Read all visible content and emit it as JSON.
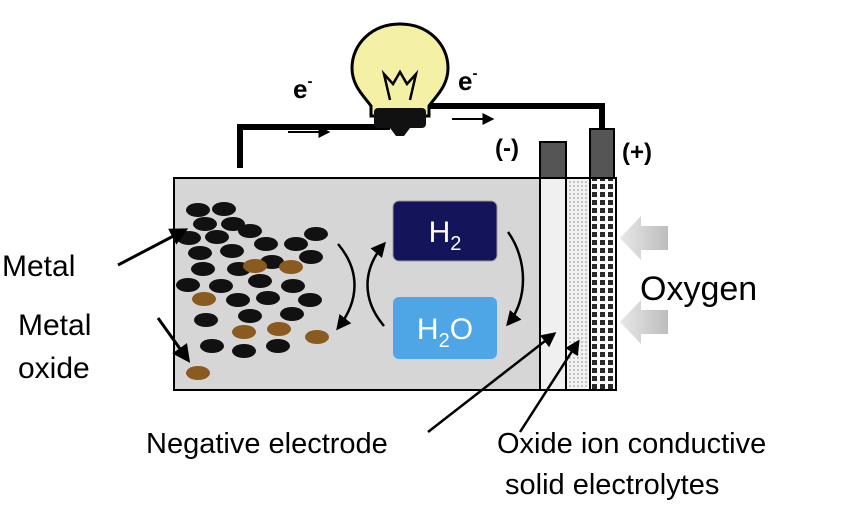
{
  "labels": {
    "electron_left": "e",
    "electron_right": "e",
    "electron_sup": "-",
    "negative_terminal": "(-)",
    "positive_terminal": "(+)",
    "metal": "Metal",
    "metal_oxide_line1": "Metal",
    "metal_oxide_line2": "oxide",
    "h2_main": "H",
    "h2_sub": "2",
    "h2o_main": "H",
    "h2o_sub": "2",
    "h2o_tail": "O",
    "oxygen": "Oxygen",
    "negative_electrode": "Negative electrode",
    "electrolyte_line1": "Oxide ion conductive",
    "electrolyte_line2": "solid electrolytes"
  },
  "colors": {
    "chamber": "#d6d6d6",
    "h2_box": "#14145a",
    "h2o_box": "#4fa6e6",
    "metal_particle": "#111111",
    "oxide_particle": "#8a5a1e",
    "bulb": "#f4f0a6",
    "arrow_gray": "#c8c8c8"
  }
}
